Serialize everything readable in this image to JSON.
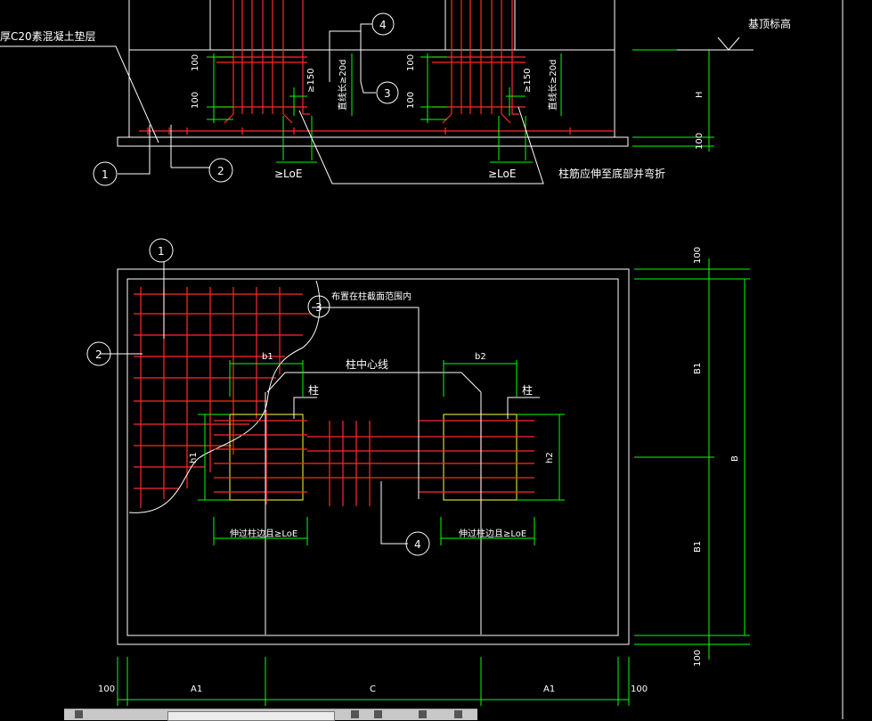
{
  "labels": {
    "cushion": "厚C20素混凝土垫层",
    "top_elev": "基顶标高",
    "col_extend": "柱筋应伸至底部并弯折",
    "anchor_len": "≥LoE",
    "dowel_len": "直线长≥20d",
    "s150": "≥150",
    "d100": "100",
    "H": "H",
    "arrange": "布置在柱截面范围内",
    "center_line": "柱中心线",
    "col": "柱",
    "b1": "b1",
    "b2": "b2",
    "h1": "h1",
    "h2": "h2",
    "B": "B",
    "B1": "B1",
    "A1": "A1",
    "C": "C",
    "extend_col": "伸过柱边且≥LoE"
  },
  "callouts": [
    "1",
    "2",
    "3",
    "4"
  ],
  "colors": {
    "background": "#000000",
    "outline": "#ffffff",
    "rebar": "#ff2a2a",
    "dimension": "#00ff00",
    "column": "#ffff33"
  }
}
